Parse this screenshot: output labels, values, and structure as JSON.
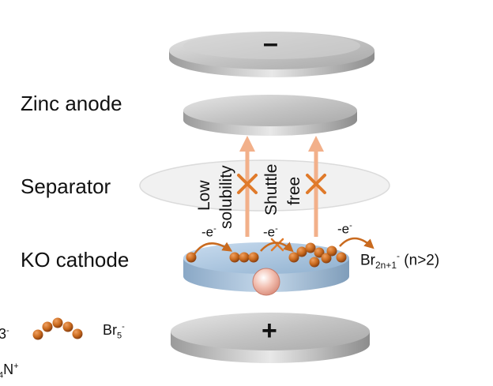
{
  "layers": {
    "top_cap_sign": "–",
    "zinc_anode": "Zinc anode",
    "separator": "Separator",
    "cathode": "KO cathode",
    "bottom_cap_sign": "+"
  },
  "annotations": {
    "low": "Low",
    "solubility": "solubility",
    "shuttle": "Shuttle",
    "free": "free",
    "electron": "-e",
    "electron_charge": "-",
    "product_base": "Br",
    "product_sub": "2n+1",
    "product_sup": "-",
    "product_condition": " (n>2)"
  },
  "legend": {
    "left_fragment_sup": "-",
    "left_fragment_digit": "3",
    "br5_base": "Br",
    "br5_sub": "5",
    "br5_sup": "-",
    "cation_sub": "4",
    "cation_text": "N",
    "cation_sup": "+"
  },
  "colors": {
    "bromine_orange": "#c96a1e",
    "arrow_peach": "#f2b08a",
    "cross_orange": "#e07a2a",
    "cathode_blue": "#a9c3dc",
    "metal_gray": "#bdbdbd"
  }
}
